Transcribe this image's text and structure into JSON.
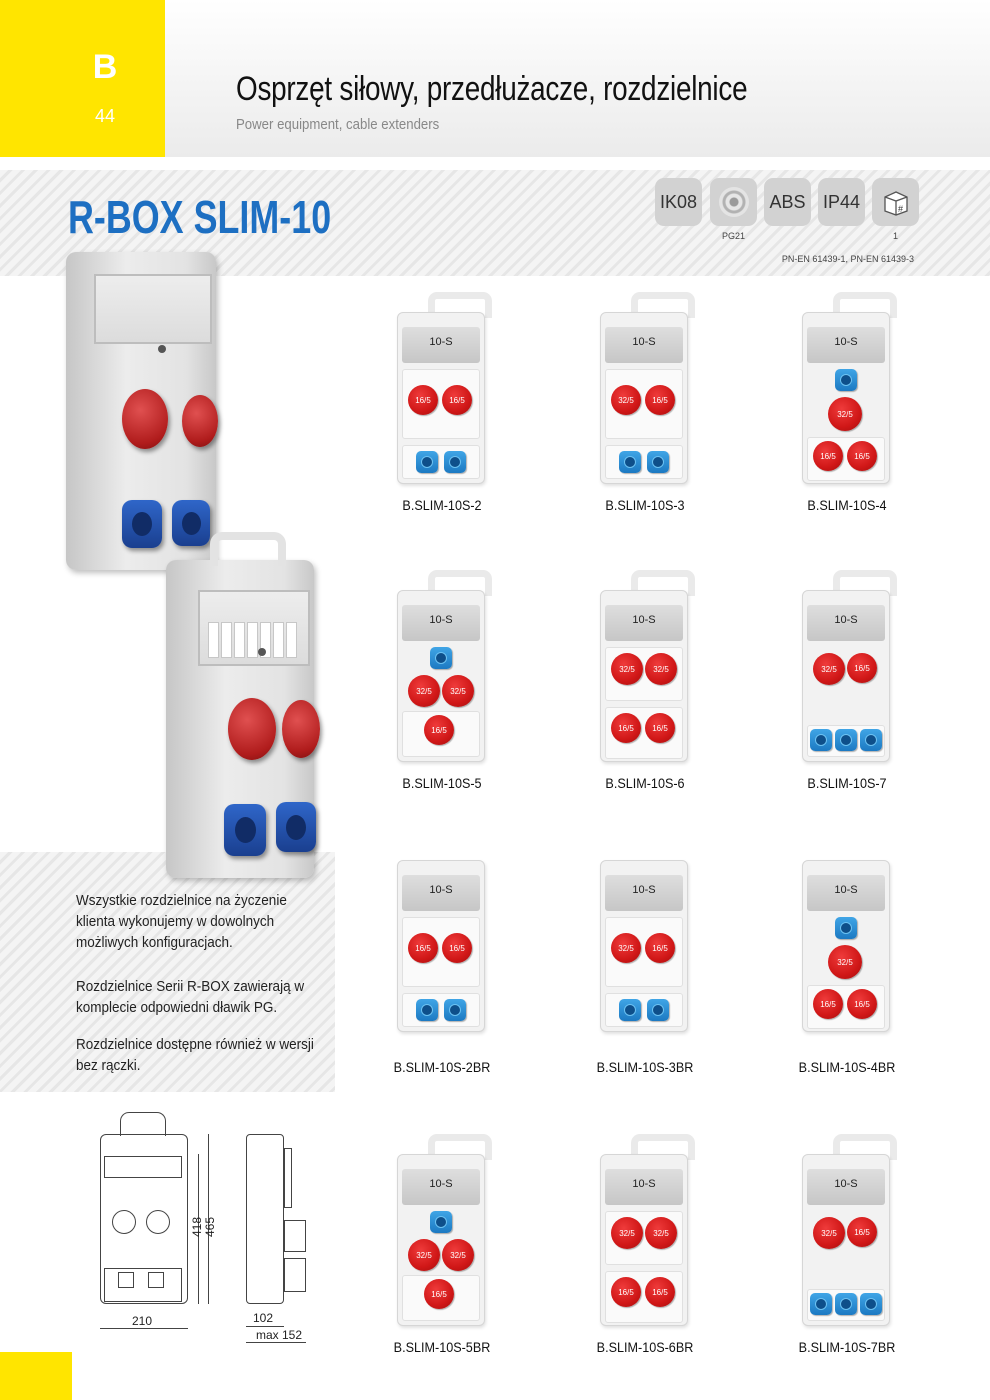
{
  "header": {
    "section_letter": "B",
    "page_number": "44",
    "title": "Osprzęt siłowy, przedłużacze, rozdzielnice",
    "subtitle": "Power equipment, cable extenders"
  },
  "product": {
    "title": "R-BOX SLIM-10",
    "features": {
      "impact": "IK08",
      "gland_caption": "PG21",
      "material": "ABS",
      "protection": "IP44",
      "packing_caption": "1",
      "norms": "PN-EN 61439-1, PN-EN 61439-3"
    }
  },
  "info": {
    "p1": "Wszystkie rozdzielnice na życzenie klienta wykonujemy w dowolnych możliwych konfiguracjach.",
    "p2": "Rozdzielnice Serii R-BOX zawierają w komplecie odpowiedni dławik PG.",
    "p3": "Rozdzielnice dostępne również w wersji bez rączki."
  },
  "dimensions": {
    "width": "210",
    "inner_height": "418",
    "height": "465",
    "depth": "102",
    "max_depth": "max 152"
  },
  "models": [
    {
      "code": "B.SLIM-10S-2",
      "window": "10-S",
      "layout": "A",
      "red": [
        "16/5",
        "16/5"
      ]
    },
    {
      "code": "B.SLIM-10S-3",
      "window": "10-S",
      "layout": "A",
      "red": [
        "32/5",
        "16/5"
      ]
    },
    {
      "code": "B.SLIM-10S-4",
      "window": "10-S",
      "layout": "C",
      "red": [
        "32/5",
        "16/5",
        "16/5"
      ]
    },
    {
      "code": "B.SLIM-10S-5",
      "window": "10-S",
      "layout": "D",
      "red": [
        "32/5",
        "32/5",
        "16/5"
      ]
    },
    {
      "code": "B.SLIM-10S-6",
      "window": "10-S",
      "layout": "E",
      "red": [
        "32/5",
        "32/5",
        "16/5",
        "16/5"
      ]
    },
    {
      "code": "B.SLIM-10S-7",
      "window": "10-S",
      "layout": "F",
      "red": [
        "32/5",
        "16/5"
      ]
    },
    {
      "code": "B.SLIM-10S-2BR",
      "window": "10-S",
      "layout": "A",
      "red": [
        "16/5",
        "16/5"
      ]
    },
    {
      "code": "B.SLIM-10S-3BR",
      "window": "10-S",
      "layout": "A",
      "red": [
        "32/5",
        "16/5"
      ]
    },
    {
      "code": "B.SLIM-10S-4BR",
      "window": "10-S",
      "layout": "C",
      "red": [
        "32/5",
        "16/5",
        "16/5"
      ]
    },
    {
      "code": "B.SLIM-10S-5BR",
      "window": "10-S",
      "layout": "D",
      "red": [
        "32/5",
        "32/5",
        "16/5"
      ]
    },
    {
      "code": "B.SLIM-10S-6BR",
      "window": "10-S",
      "layout": "E",
      "red": [
        "32/5",
        "32/5",
        "16/5",
        "16/5"
      ]
    },
    {
      "code": "B.SLIM-10S-7BR",
      "window": "10-S",
      "layout": "F",
      "red": [
        "32/5",
        "16/5"
      ]
    }
  ]
}
